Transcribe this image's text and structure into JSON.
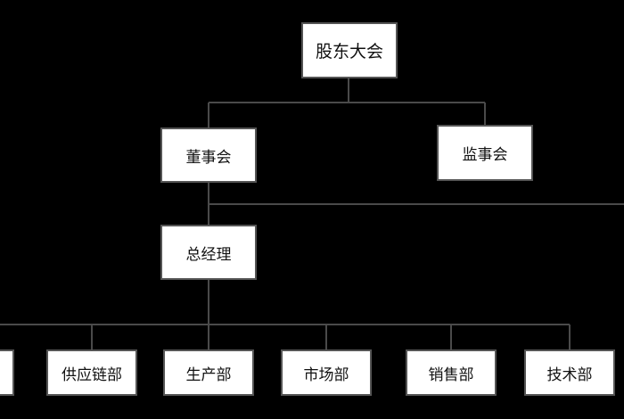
{
  "nodes": {
    "shareholders_meeting": "股东大会",
    "board_of_directors": "董事会",
    "supervisory_board": "监事会",
    "general_manager": "总经理",
    "departments": [
      "供应链部",
      "生产部",
      "市场部",
      "销售部",
      "技术部"
    ]
  },
  "colors": {
    "background": "#000000",
    "box_fill": "#ffffff",
    "box_border": "#555555",
    "connector": "#4a4a4a",
    "text": "#111111"
  }
}
